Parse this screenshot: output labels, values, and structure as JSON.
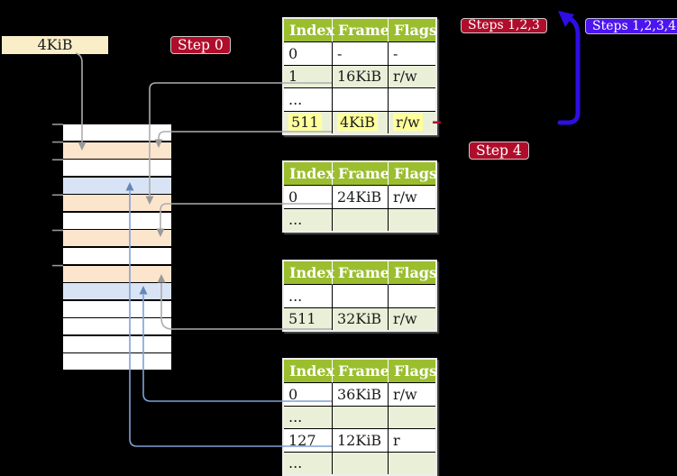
{
  "frame_box": {
    "label": "4KiB"
  },
  "badges": {
    "step0": "Step 0",
    "steps123": "Steps 1,2,3",
    "steps1234": "Steps 1,2,3,4",
    "step4": "Step 4"
  },
  "colors": {
    "header_green": "#9bbe2f",
    "row_green": "#eaf0d8",
    "row_white": "#ffffff",
    "frame_peach": "#fce5cd",
    "frame_blue": "#d8e4f5",
    "frame_white": "#ffffff",
    "badge_red": "#b00d2b",
    "badge_violet": "#4c15ef",
    "arrow_blue_thick": "#2e0ee4",
    "arrow_blue_thin": "#7fa1d4",
    "arrow_blue_head": "#6487b8",
    "arrow_gray": "#adadad",
    "arrow_gray_head": "#9a9a9a",
    "box_beige": "#faeec9",
    "highlight_yellow": "#ffff9c"
  },
  "memory_column": {
    "slots": [
      "white",
      "peach",
      "white",
      "blue",
      "peach",
      "white",
      "peach",
      "white",
      "peach",
      "blue",
      "white",
      "white",
      "white",
      "white"
    ]
  },
  "tables": [
    {
      "columns": [
        "Index",
        "Frame",
        "Flags"
      ],
      "rows": [
        {
          "cells": [
            "0",
            "-",
            "-"
          ],
          "shaded": false,
          "highlight": false
        },
        {
          "cells": [
            "1",
            "16KiB",
            "r/w"
          ],
          "shaded": true,
          "highlight": false
        },
        {
          "cells": [
            "...",
            "",
            ""
          ],
          "shaded": false,
          "highlight": false
        },
        {
          "cells": [
            "511",
            "4KiB",
            "r/w"
          ],
          "shaded": true,
          "highlight": true
        }
      ]
    },
    {
      "columns": [
        "Index",
        "Frame",
        "Flags"
      ],
      "rows": [
        {
          "cells": [
            "0",
            "24KiB",
            "r/w"
          ],
          "shaded": false,
          "highlight": false
        },
        {
          "cells": [
            "...",
            "",
            ""
          ],
          "shaded": true,
          "highlight": false
        }
      ]
    },
    {
      "columns": [
        "Index",
        "Frame",
        "Flags"
      ],
      "rows": [
        {
          "cells": [
            "...",
            "",
            ""
          ],
          "shaded": false,
          "highlight": false
        },
        {
          "cells": [
            "511",
            "32KiB",
            "r/w"
          ],
          "shaded": true,
          "highlight": false
        }
      ]
    },
    {
      "columns": [
        "Index",
        "Frame",
        "Flags"
      ],
      "rows": [
        {
          "cells": [
            "0",
            "36KiB",
            "r/w"
          ],
          "shaded": false,
          "highlight": false
        },
        {
          "cells": [
            "...",
            "",
            ""
          ],
          "shaded": true,
          "highlight": false
        },
        {
          "cells": [
            "127",
            "12KiB",
            "r"
          ],
          "shaded": false,
          "highlight": false
        },
        {
          "cells": [
            "...",
            "",
            ""
          ],
          "shaded": true,
          "highlight": false
        }
      ]
    }
  ]
}
